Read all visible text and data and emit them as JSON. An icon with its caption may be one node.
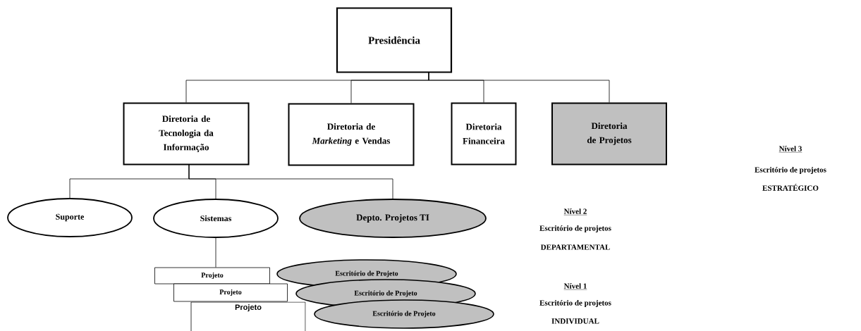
{
  "diagram": {
    "nodes": [
      {
        "text": [
          "Presidência"
        ]
      },
      {
        "text": [
          "Diretoria de Tecnologia da Informação"
        ]
      },
      {
        "text": [
          "Diretoria de *Marketing* e Vendas"
        ]
      },
      {
        "text": [
          "Diretoria Financeira"
        ]
      },
      {
        "text": [
          "Diretoria de Projetos"
        ]
      },
      {
        "text": [
          "Suporte"
        ]
      },
      {
        "text": [
          "Sistemas"
        ]
      },
      {
        "text": [
          "Depto. Projetos TI"
        ]
      },
      {
        "text": [
          "Projeto"
        ]
      },
      {
        "text": [
          "Escritório de Projeto"
        ]
      },
      {
        "text": [
          "Projeto"
        ]
      },
      {
        "text": [
          "Escritório de Projeto"
        ]
      },
      {
        "text": [
          "Projeto"
        ]
      },
      {
        "text": [
          "Escritório de Projeto"
        ]
      }
    ],
    "edges": [
      {
        "from": 0,
        "to": 1,
        "arrow": "none"
      },
      {
        "from": 0,
        "to": 2,
        "arrow": "none"
      },
      {
        "from": 0,
        "to": 3,
        "arrow": "none"
      },
      {
        "from": 0,
        "to": 4,
        "arrow": "none"
      },
      {
        "from": 1,
        "to": 5,
        "arrow": "none"
      },
      {
        "from": 1,
        "to": 6,
        "arrow": "none"
      },
      {
        "from": 1,
        "to": 7,
        "arrow": "none"
      },
      {
        "from": 6,
        "to": 8,
        "arrow": "none"
      }
    ],
    "labels": [
      "Nível 3",
      "Escritório de projetos",
      "ESTRATÉGICO",
      "Nível 2",
      "Escritório de projetos",
      "DEPARTAMENTAL",
      "Nível 1",
      "Escritório de projetos",
      "INDIVIDUAL"
    ]
  }
}
